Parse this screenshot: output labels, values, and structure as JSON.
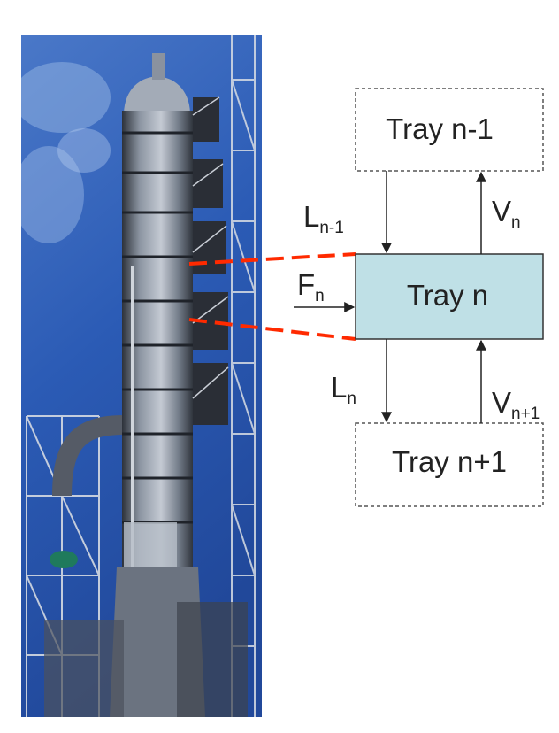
{
  "photo": {
    "subject": "distillation-column-photo",
    "colors": {
      "sky": "#2f5fb8",
      "steel": "#9aa3b0",
      "dark": "#2a2e36"
    }
  },
  "trays": {
    "above": {
      "label": "Tray n-1"
    },
    "current": {
      "label": "Tray n",
      "fill": "#bfe0e6"
    },
    "below": {
      "label": "Tray n+1"
    }
  },
  "streams": {
    "liquid_in": {
      "symbol": "L",
      "subscript": "n-1"
    },
    "vapor_out": {
      "symbol": "V",
      "subscript": "n"
    },
    "feed": {
      "symbol": "F",
      "subscript": "n"
    },
    "liquid_out": {
      "symbol": "L",
      "subscript": "n"
    },
    "vapor_in": {
      "symbol": "V",
      "subscript": "n+1"
    }
  },
  "colors": {
    "zoom_lines": "#ff2a00",
    "arrows": "#222222",
    "dashed_box": "#555555"
  }
}
